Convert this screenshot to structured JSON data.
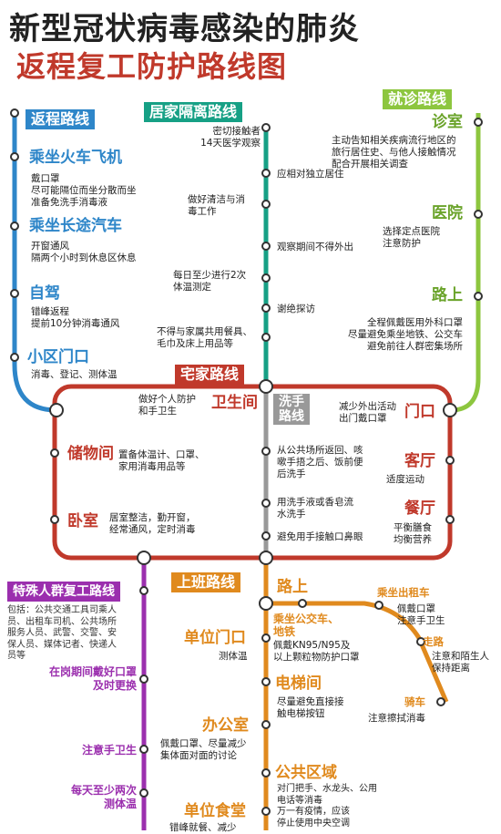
{
  "title": {
    "line1": "新型冠状病毒感染的肺炎",
    "line2": "返程复工防护路线图"
  },
  "colors": {
    "blue": "#2e86c9",
    "teal": "#16a085",
    "green": "#8dc63f",
    "red": "#c0392b",
    "orange": "#e08a1e",
    "purple": "#9b2fae",
    "gray": "#888888"
  },
  "routes": {
    "return": {
      "label": "返程路线",
      "stops": [
        {
          "name": "乘坐火车飞机",
          "text": "戴口罩\n尽可能隔位而坐分散而坐\n准备免洗手消毒液"
        },
        {
          "name": "乘坐长途汽车",
          "text": "开窗通风\n隔两个小时到休息区休息"
        },
        {
          "name": "自驾",
          "text": "错峰返程\n提前10分钟消毒通风"
        },
        {
          "name": "小区门口",
          "text": "消毒、登记、测体温"
        }
      ]
    },
    "isolation": {
      "label": "居家隔离路线",
      "items": [
        "密切接触者\n14天医学观察",
        "应相对独立居住",
        "做好清洁与消\n毒工作",
        "观察期间不得外出",
        "每日至少进行2次\n体温测定",
        "谢绝探访",
        "不得与家属共用餐具、\n毛巾及床上用品等"
      ]
    },
    "clinic": {
      "label": "就诊路线",
      "stops": [
        {
          "name": "诊室",
          "text": "主动告知相关疾病流行地区的\n旅行居住史、与他人接触情况\n配合开展相关调查"
        },
        {
          "name": "医院",
          "text": "选择定点医院\n注意防护"
        },
        {
          "name": "路上",
          "text": "全程佩戴医用外科口罩\n尽量避免乘坐地铁、公交车\n避免前往人群密集场所"
        }
      ]
    },
    "home": {
      "label": "宅家路线",
      "bathroom": {
        "name": "卫生间",
        "text": "做好个人防护\n和手卫生"
      },
      "storage": {
        "name": "储物间",
        "text": "置备体温计、口罩、\n家用消毒用品等"
      },
      "bedroom": {
        "name": "卧室",
        "text": "居室整洁，勤开窗，\n经常通风，定时消毒"
      },
      "door": {
        "name": "门口",
        "text": "减少外出活动\n出门戴口罩"
      },
      "living": {
        "name": "客厅",
        "text": "适度运动"
      },
      "dining": {
        "name": "餐厅",
        "text": "平衡膳食\n均衡营养"
      },
      "handwash": {
        "label": "洗手\n路线",
        "items": [
          "从公共场所返回、咳\n嗽手捂之后、饭前便\n后洗手",
          "用洗手液或香皂流\n水洗手",
          "避免用手接触口鼻眼"
        ]
      }
    },
    "special": {
      "label": "特殊人群复工路线",
      "intro": "包括：公共交通工具司乘人\n员、出租车司机、公共场所\n服务人员、武警、交警、安\n保人员、媒体记者、快递人\n员等",
      "items": [
        "在岗期间戴好口罩\n及时更换",
        "注意手卫生",
        "每天至少两次\n测体温"
      ]
    },
    "work": {
      "label": "上班路线",
      "gate": {
        "name": "单位门口",
        "text": "测体温"
      },
      "office": {
        "name": "办公室",
        "text": "佩戴口罩、尽量减少\n集体面对面的讨论"
      },
      "canteen": {
        "name": "单位食堂",
        "text": "错峰就餐、减少"
      },
      "road": {
        "name": "路上"
      },
      "transit": {
        "name": "乘坐公交车、\n地铁",
        "text": "佩戴KN95/N95及\n以上颗粒物防护口罩"
      },
      "elevator": {
        "name": "电梯间",
        "text": "尽量避免直接接\n触电梯按钮"
      },
      "public": {
        "name": "公共区域",
        "text": "对门把手、水龙头、公用\n电话等消毒\n万一有疫情，应该\n停止使用中央空调"
      },
      "taxi": {
        "name": "乘坐出租车",
        "text": "佩戴口罩\n注意手卫生"
      },
      "walk": {
        "name": "走路",
        "text": "注意和陌生人\n保持距离"
      },
      "bike": {
        "name": "骑车",
        "text": "注意擦拭消毒"
      }
    }
  }
}
